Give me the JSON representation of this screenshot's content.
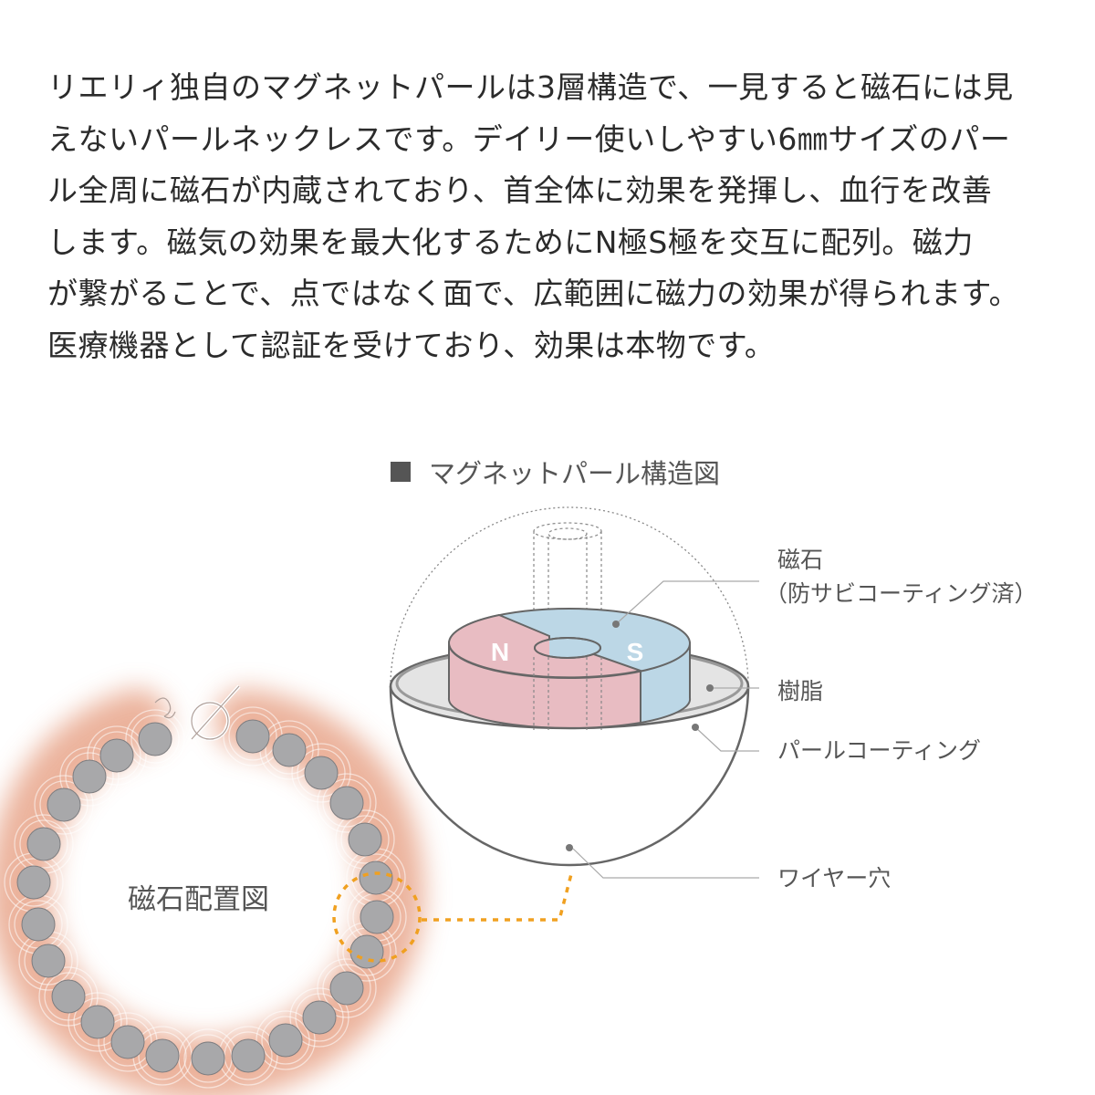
{
  "intro": {
    "lines": [
      "リエリィ独自のマグネットパールは3層構造で、一見すると磁石には見",
      "えないパールネックレスです。デイリー使いしやすい6㎜サイズのパー",
      "ル全周に磁石が内蔵されており、首全体に効果を発揮し、血行を改善",
      "します。磁気の効果を最大化するためにN極S極を交互に配列。磁力",
      "が繋がることで、点ではなく面で、広範囲に磁力の効果が得られます。",
      "医療機器として認証を受けており、効果は本物です。"
    ]
  },
  "structure_diagram": {
    "title": "マグネットパール構造図",
    "title_marker": "square-bullet",
    "labels": {
      "magnet": "磁石",
      "magnet_note": "（防サビコーティング済）",
      "resin": "樹脂",
      "pearl_coating": "パールコーティング",
      "wire_hole": "ワイヤー穴"
    },
    "poles": {
      "north": "N",
      "south": "S"
    },
    "colors": {
      "north": "#e8bcc2",
      "south": "#bcd7e6",
      "resin": "#e4e4e4",
      "outline": "#666666",
      "leader": "#aaaaaa"
    }
  },
  "arrangement_diagram": {
    "title": "磁石配置図",
    "bead_count": 25,
    "colors": {
      "bead": "#a8a8aa",
      "glow": "#e8a080",
      "highlight": "#f0a020"
    }
  }
}
